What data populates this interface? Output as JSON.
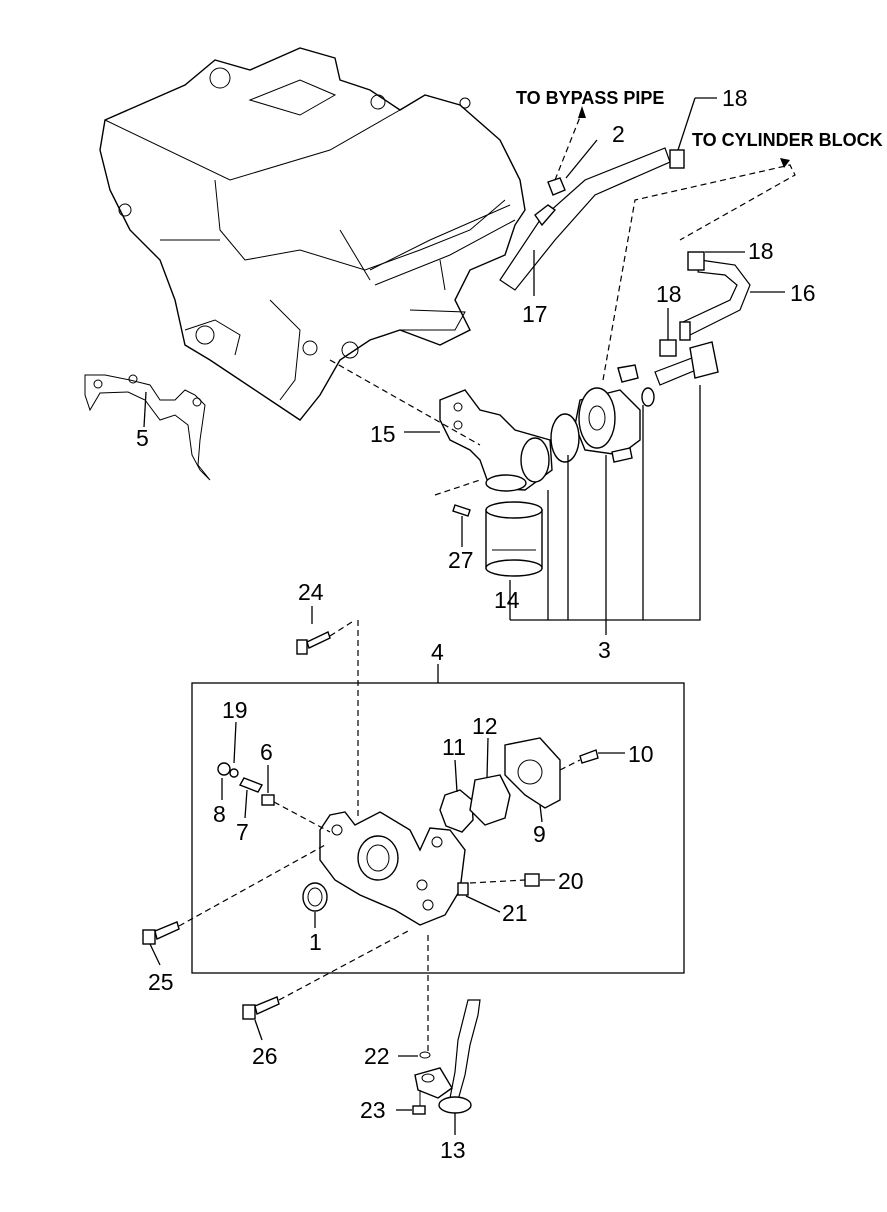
{
  "captions": {
    "bypass": "TO BYPASS PIPE",
    "cylinder": "TO CYLINDER BLOCK"
  },
  "callouts": {
    "c1": "1",
    "c2": "2",
    "c3": "3",
    "c4": "4",
    "c5": "5",
    "c6": "6",
    "c7": "7",
    "c8": "8",
    "c9": "9",
    "c10": "10",
    "c11": "11",
    "c12": "12",
    "c13": "13",
    "c14": "14",
    "c15": "15",
    "c16": "16",
    "c17": "17",
    "c18a": "18",
    "c18b": "18",
    "c18c": "18",
    "c19": "19",
    "c20": "20",
    "c21": "21",
    "c22": "22",
    "c23": "23",
    "c24": "24",
    "c25": "25",
    "c26": "26",
    "c27": "27"
  }
}
